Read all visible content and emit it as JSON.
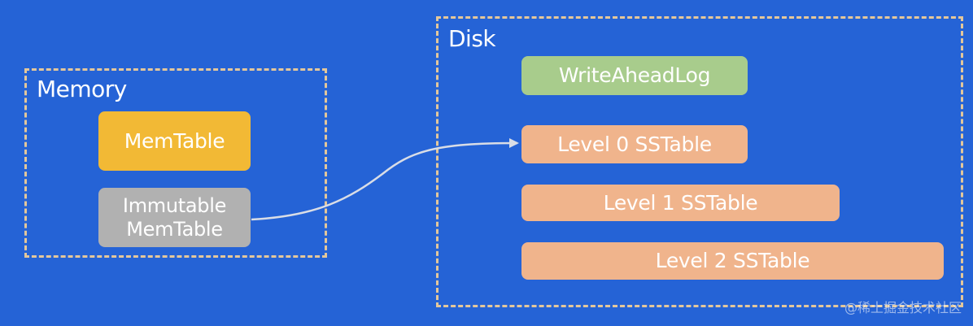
{
  "memory": {
    "label": "Memory",
    "memtable": "MemTable",
    "immutable_line1": "Immutable",
    "immutable_line2": "MemTable"
  },
  "disk": {
    "label": "Disk",
    "wal": "WriteAheadLog",
    "level0": "Level 0 SSTable",
    "level1": "Level 1 SSTable",
    "level2": "Level 2 SSTable"
  },
  "watermark": "@稀土掘金技术社区",
  "colors": {
    "background": "#2563d6",
    "dashed_border": "#e3c79b",
    "memtable": "#f2b935",
    "immutable": "#b1b1b1",
    "wal": "#a8cc8c",
    "sstable": "#f0b48c",
    "arrow": "#d9dde6"
  }
}
